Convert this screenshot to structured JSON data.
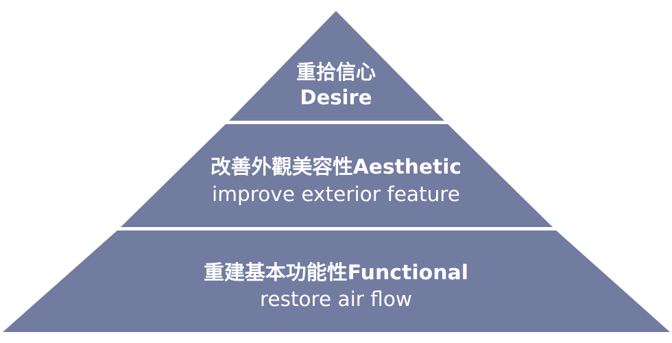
{
  "colors": {
    "tier_fill": "#727ba0",
    "text": "#ffffff",
    "background": "#ffffff"
  },
  "pyramid": {
    "tiers": [
      {
        "level": "top",
        "title": "重拾信心",
        "subtitle": "Desire"
      },
      {
        "level": "middle",
        "title": "改善外觀美容性Aesthetic",
        "subtitle": "improve exterior feature"
      },
      {
        "level": "bottom",
        "title": "重建基本功能性Functional",
        "subtitle": "restore air flow"
      }
    ]
  }
}
